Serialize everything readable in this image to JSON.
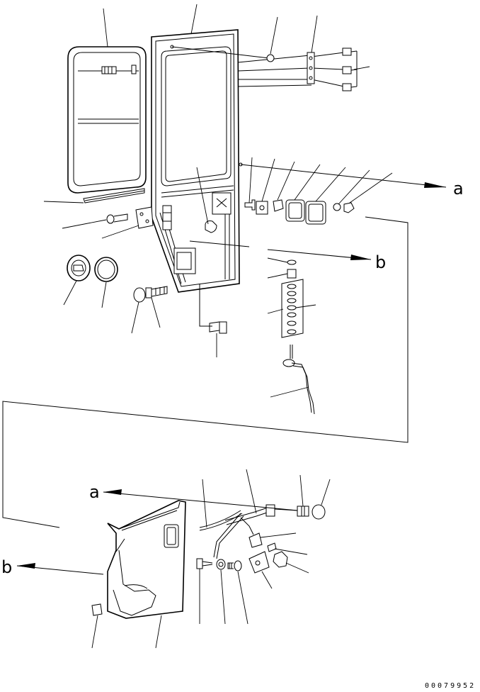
{
  "diagram": {
    "ref_a": "a",
    "ref_b": "b",
    "figure_code": "00079952"
  }
}
